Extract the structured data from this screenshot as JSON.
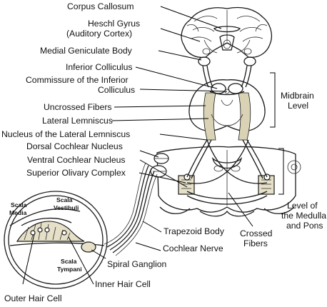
{
  "labels": {
    "corpus_callosum": "Corpus Callosum",
    "heschl_gyrus_line1": "Heschl Gyrus",
    "heschl_gyrus_line2": "(Auditory Cortex)",
    "medial_geniculate_body": "Medial Geniculate Body",
    "inferior_colliculus": "Inferior Colliculus",
    "commissure_line1": "Commissure of the Inferior",
    "commissure_line2": "Colliculus",
    "uncrossed_fibers": "Uncrossed Fibers",
    "lateral_lemniscus": "Lateral Lemniscus",
    "nucleus_lateral_lemniscus": "Nucleus of the Lateral Lemniscus",
    "dorsal_cochlear_nucleus": "Dorsal Cochlear Nucleus",
    "ventral_cochlear_nucleus": "Ventral Cochlear Nucleus",
    "superior_olivary_complex": "Superior Olivary Complex",
    "midbrain_level_line1": "Midbrain",
    "midbrain_level_line2": "Level",
    "medulla_level_line1": "Level of",
    "medulla_level_line2": "the Medulla",
    "medulla_level_line3": "and Pons",
    "trapezoid_body": "Trapezoid Body",
    "crossed_fibers_line1": "Crossed",
    "crossed_fibers_line2": "Fibers",
    "cochlear_nerve": "Cochlear Nerve",
    "spiral_ganglion": "Spiral Ganglion",
    "inner_hair_cell": "Inner Hair Cell",
    "outer_hair_cell": "Outer Hair Cell",
    "scala_media_line1": "Scala",
    "scala_media_line2": "Media",
    "scala_vestibuli_line1": "Scala",
    "scala_vestibuli_line2": "Vestibuli",
    "scala_tympani_line1": "Scala",
    "scala_tympani_line2": "Tympani"
  },
  "colors": {
    "ink": "#1a1a1a",
    "fiber_tint": "#d9d2b4",
    "background": "#ffffff"
  }
}
